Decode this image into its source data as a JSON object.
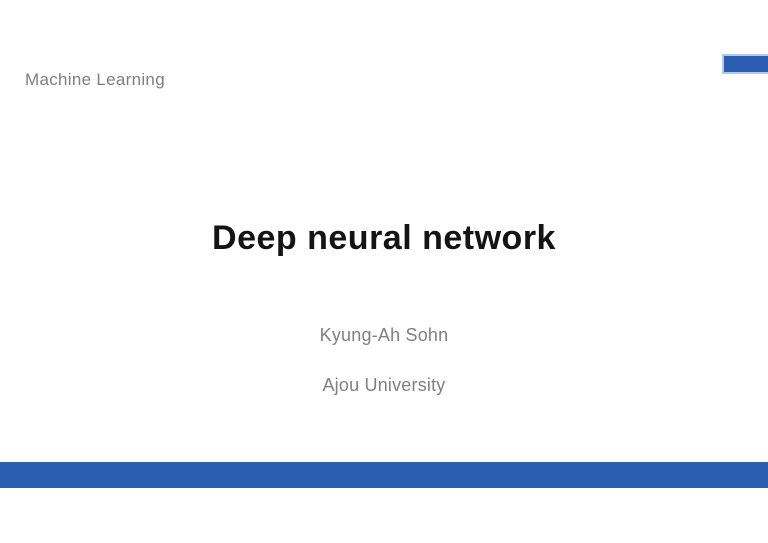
{
  "slide": {
    "course_label": "Machine Learning",
    "title": "Deep neural network",
    "author": "Kyung-Ah Sohn",
    "affiliation": "Ajou University"
  },
  "decorations": {
    "accent_rectangle": "top-right-blue-rectangle",
    "footer_bar": "full-width-blue-bar"
  },
  "colors": {
    "accent_blue": "#2B5DB1",
    "accent_rect_border": "#B5C7EA",
    "muted_gray_text": "#808080",
    "course_label_text": "#7F7F7F",
    "title_text": "#141414",
    "background": "#FFFFFF"
  }
}
